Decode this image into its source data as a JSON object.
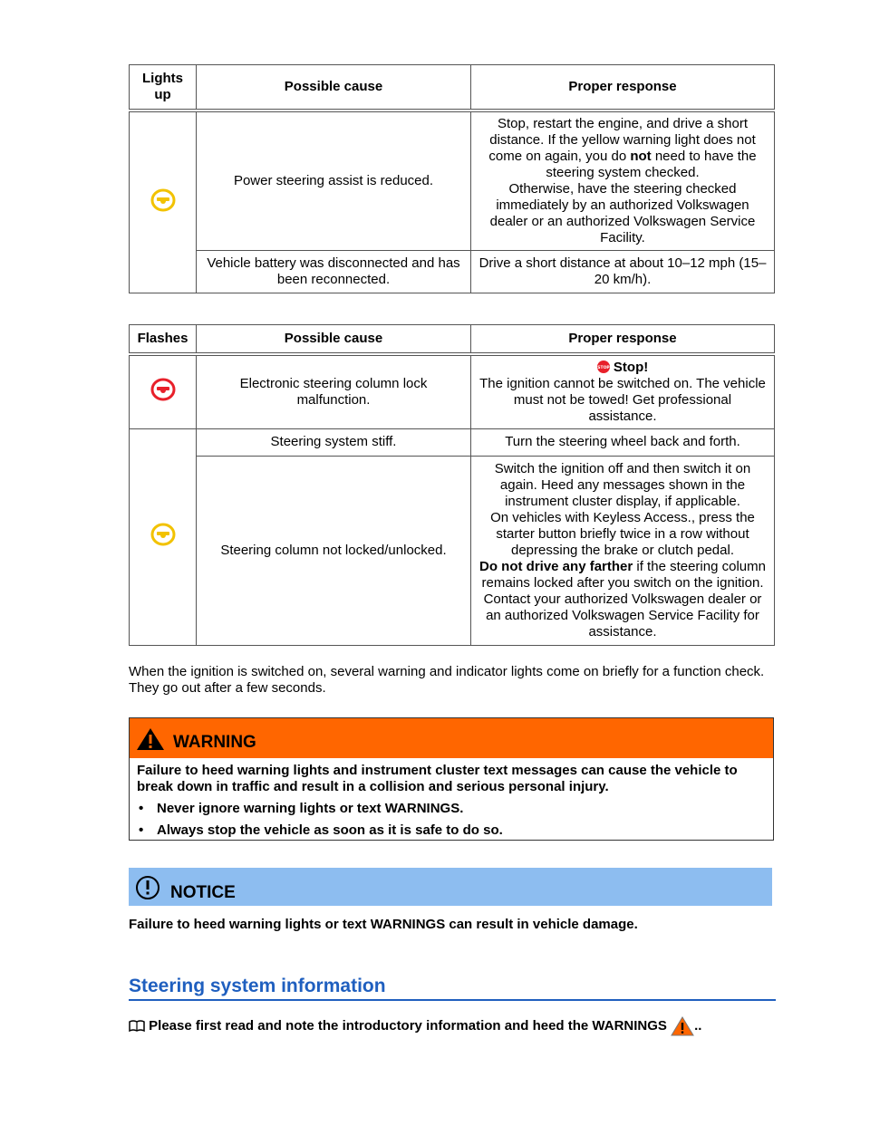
{
  "table1": {
    "headers": [
      "Lights up",
      "Possible cause",
      "Proper response"
    ],
    "row1": {
      "icon": "steering-wheel-yellow-icon",
      "cause": "Power steering assist is reduced.",
      "response_a": "Stop, restart the engine, and drive a short distance. If the yellow warning light does not come on again, you do",
      "response_bold": "not",
      "response_b": "need to have the steering system checked.",
      "response_c": "Otherwise, have the steering checked immediately by an authorized Volkswagen dealer or an authorized Volkswagen Service Facility."
    },
    "row2": {
      "cause": "Vehicle battery was disconnected and has been reconnected.",
      "response": "Drive a short distance at about 10–12 mph (15–20 km/h)."
    }
  },
  "table2": {
    "headers": [
      "Flashes",
      "Possible cause",
      "Proper response"
    ],
    "row1": {
      "icon": "steering-wheel-red-icon",
      "cause": "Electronic steering column lock malfunction.",
      "stop_label": "Stop!",
      "response": "The ignition cannot be switched on. The vehicle must not be towed! Get professional assistance."
    },
    "row2": {
      "icon": "steering-wheel-yellow-icon",
      "cause": "Steering system stiff.",
      "response": "Turn the steering wheel back and forth."
    },
    "row3": {
      "cause": "Steering column not locked/unlocked.",
      "response_a": "Switch the ignition off and then switch it on again. Heed any messages shown in the instrument cluster display, if applicable.",
      "response_b": "On vehicles with Keyless Access., press the starter button briefly twice in a row without depressing the brake or clutch pedal.",
      "response_bold": "Do not drive any farther",
      "response_c": "if the steering column remains locked after you switch on the ignition. Contact your authorized Volkswagen dealer or an authorized Volkswagen Service Facility for assistance."
    }
  },
  "paragraph": "When the ignition is switched on, several warning and indicator lights come on briefly for a function check. They go out after a few seconds.",
  "warning": {
    "title": "WARNING",
    "body": "Failure to heed warning lights and instrument cluster text messages can cause the vehicle to break down in traffic and result in a collision and serious personal injury.",
    "bullets": [
      "Never ignore warning lights or text WARNINGS.",
      "Always stop the vehicle as soon as it is safe to do so."
    ],
    "color": "#ff6600"
  },
  "notice": {
    "title": "NOTICE",
    "text": "Failure to heed warning lights or text WARNINGS can result in vehicle damage.",
    "color": "#8dbdf0"
  },
  "section": {
    "title": "Steering system information",
    "intro": "Please first read and note the introductory information and heed the WARNINGS",
    "intro_end": "..",
    "color": "#1f5fbf"
  }
}
